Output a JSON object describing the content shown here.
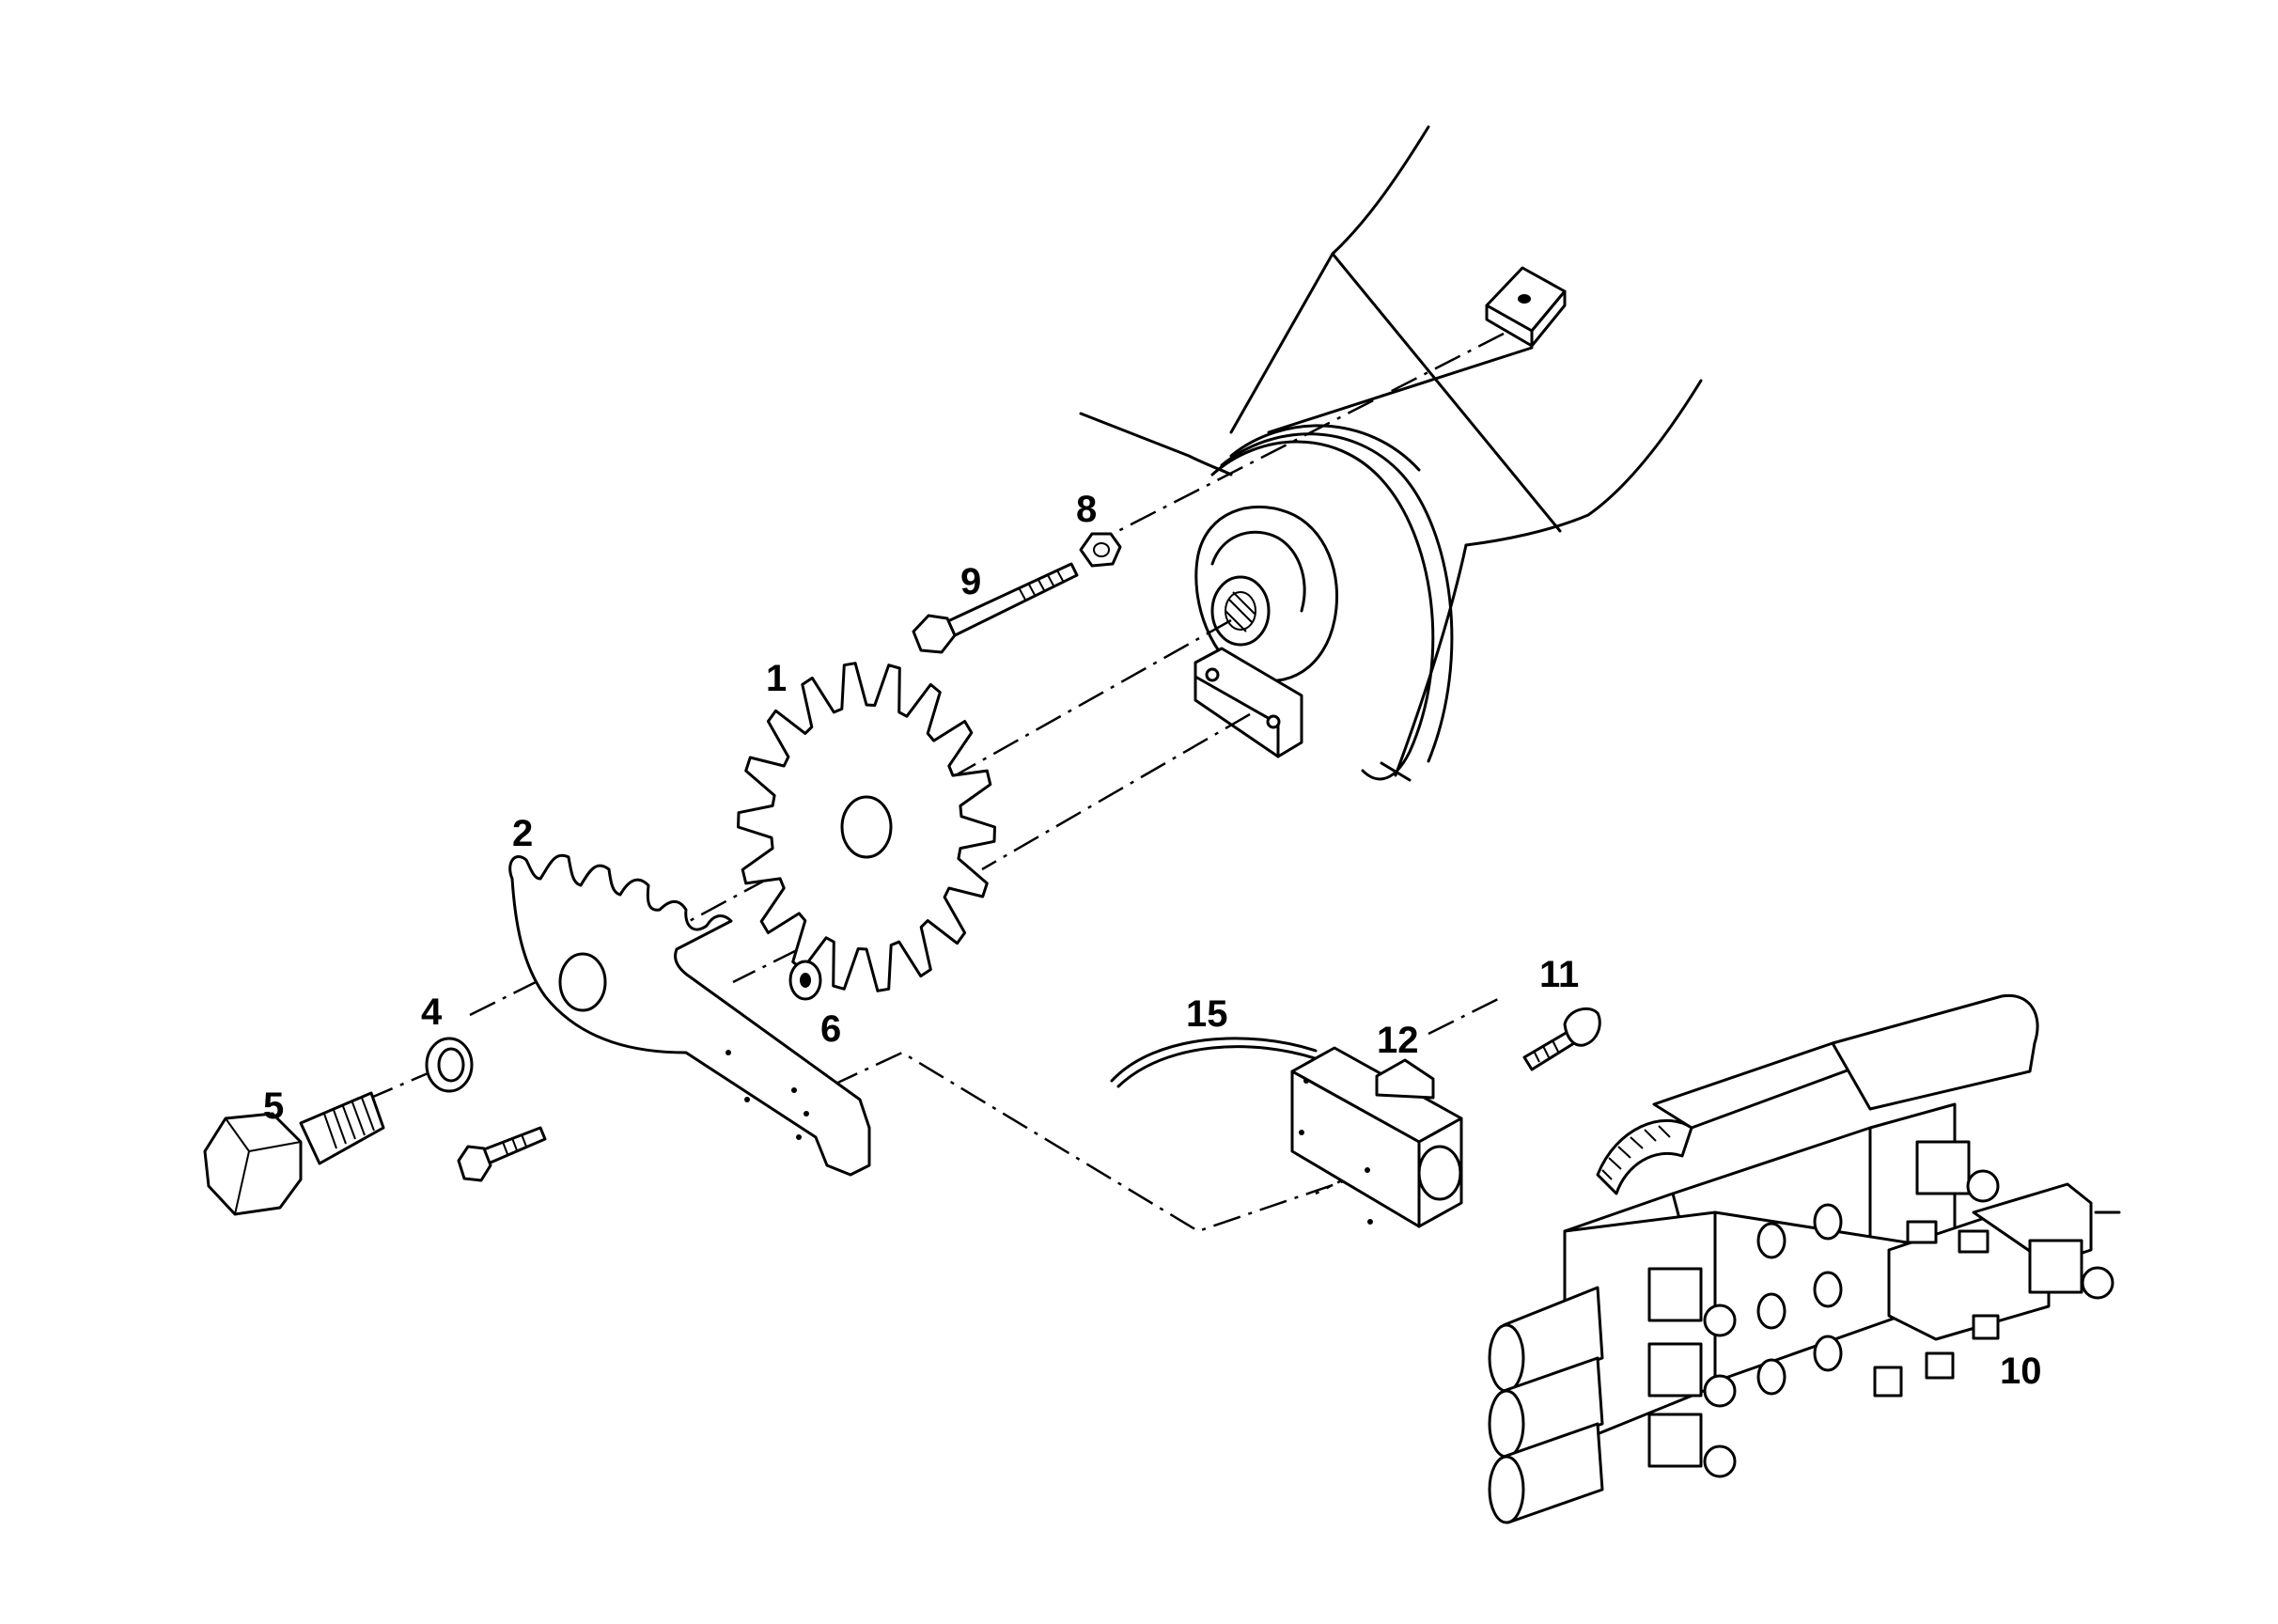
{
  "callouts": {
    "part_1": "1",
    "part_2": "2",
    "part_4": "4",
    "part_5": "5",
    "part_6": "6",
    "part_8": "8",
    "part_9": "9",
    "part_10": "10",
    "part_11": "11",
    "part_12": "12",
    "part_15": "15"
  },
  "colors": {
    "ink": "#000000",
    "paper": "#ffffff"
  }
}
